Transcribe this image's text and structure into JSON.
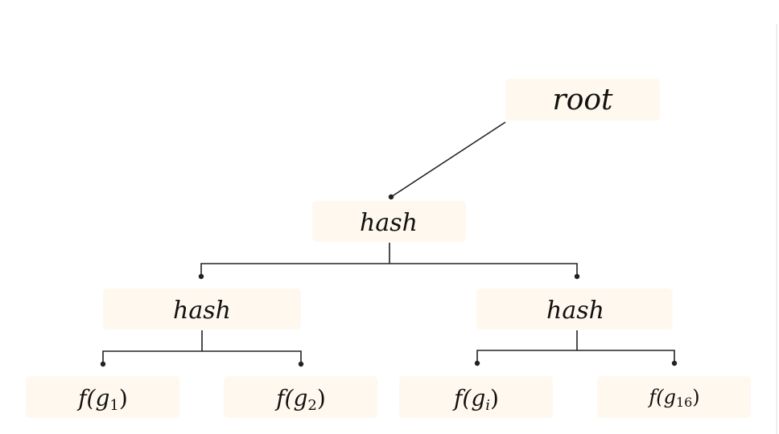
{
  "nodes": {
    "root": {
      "label": "root"
    },
    "hash_top": {
      "label": "hash"
    },
    "hash_left": {
      "label": "hash"
    },
    "hash_right": {
      "label": "hash"
    },
    "leaf1": {
      "base": "f(g",
      "sub": "1",
      "close": ")"
    },
    "leaf2": {
      "base": "f(g",
      "sub": "2",
      "close": ")"
    },
    "leafi": {
      "base": "f(g",
      "sub": "i",
      "close": ")"
    },
    "leaf16": {
      "base": "f(g",
      "sub": "16",
      "close": ")"
    }
  },
  "colors": {
    "box_fill": "#fff8ee",
    "edge": "#222222"
  }
}
